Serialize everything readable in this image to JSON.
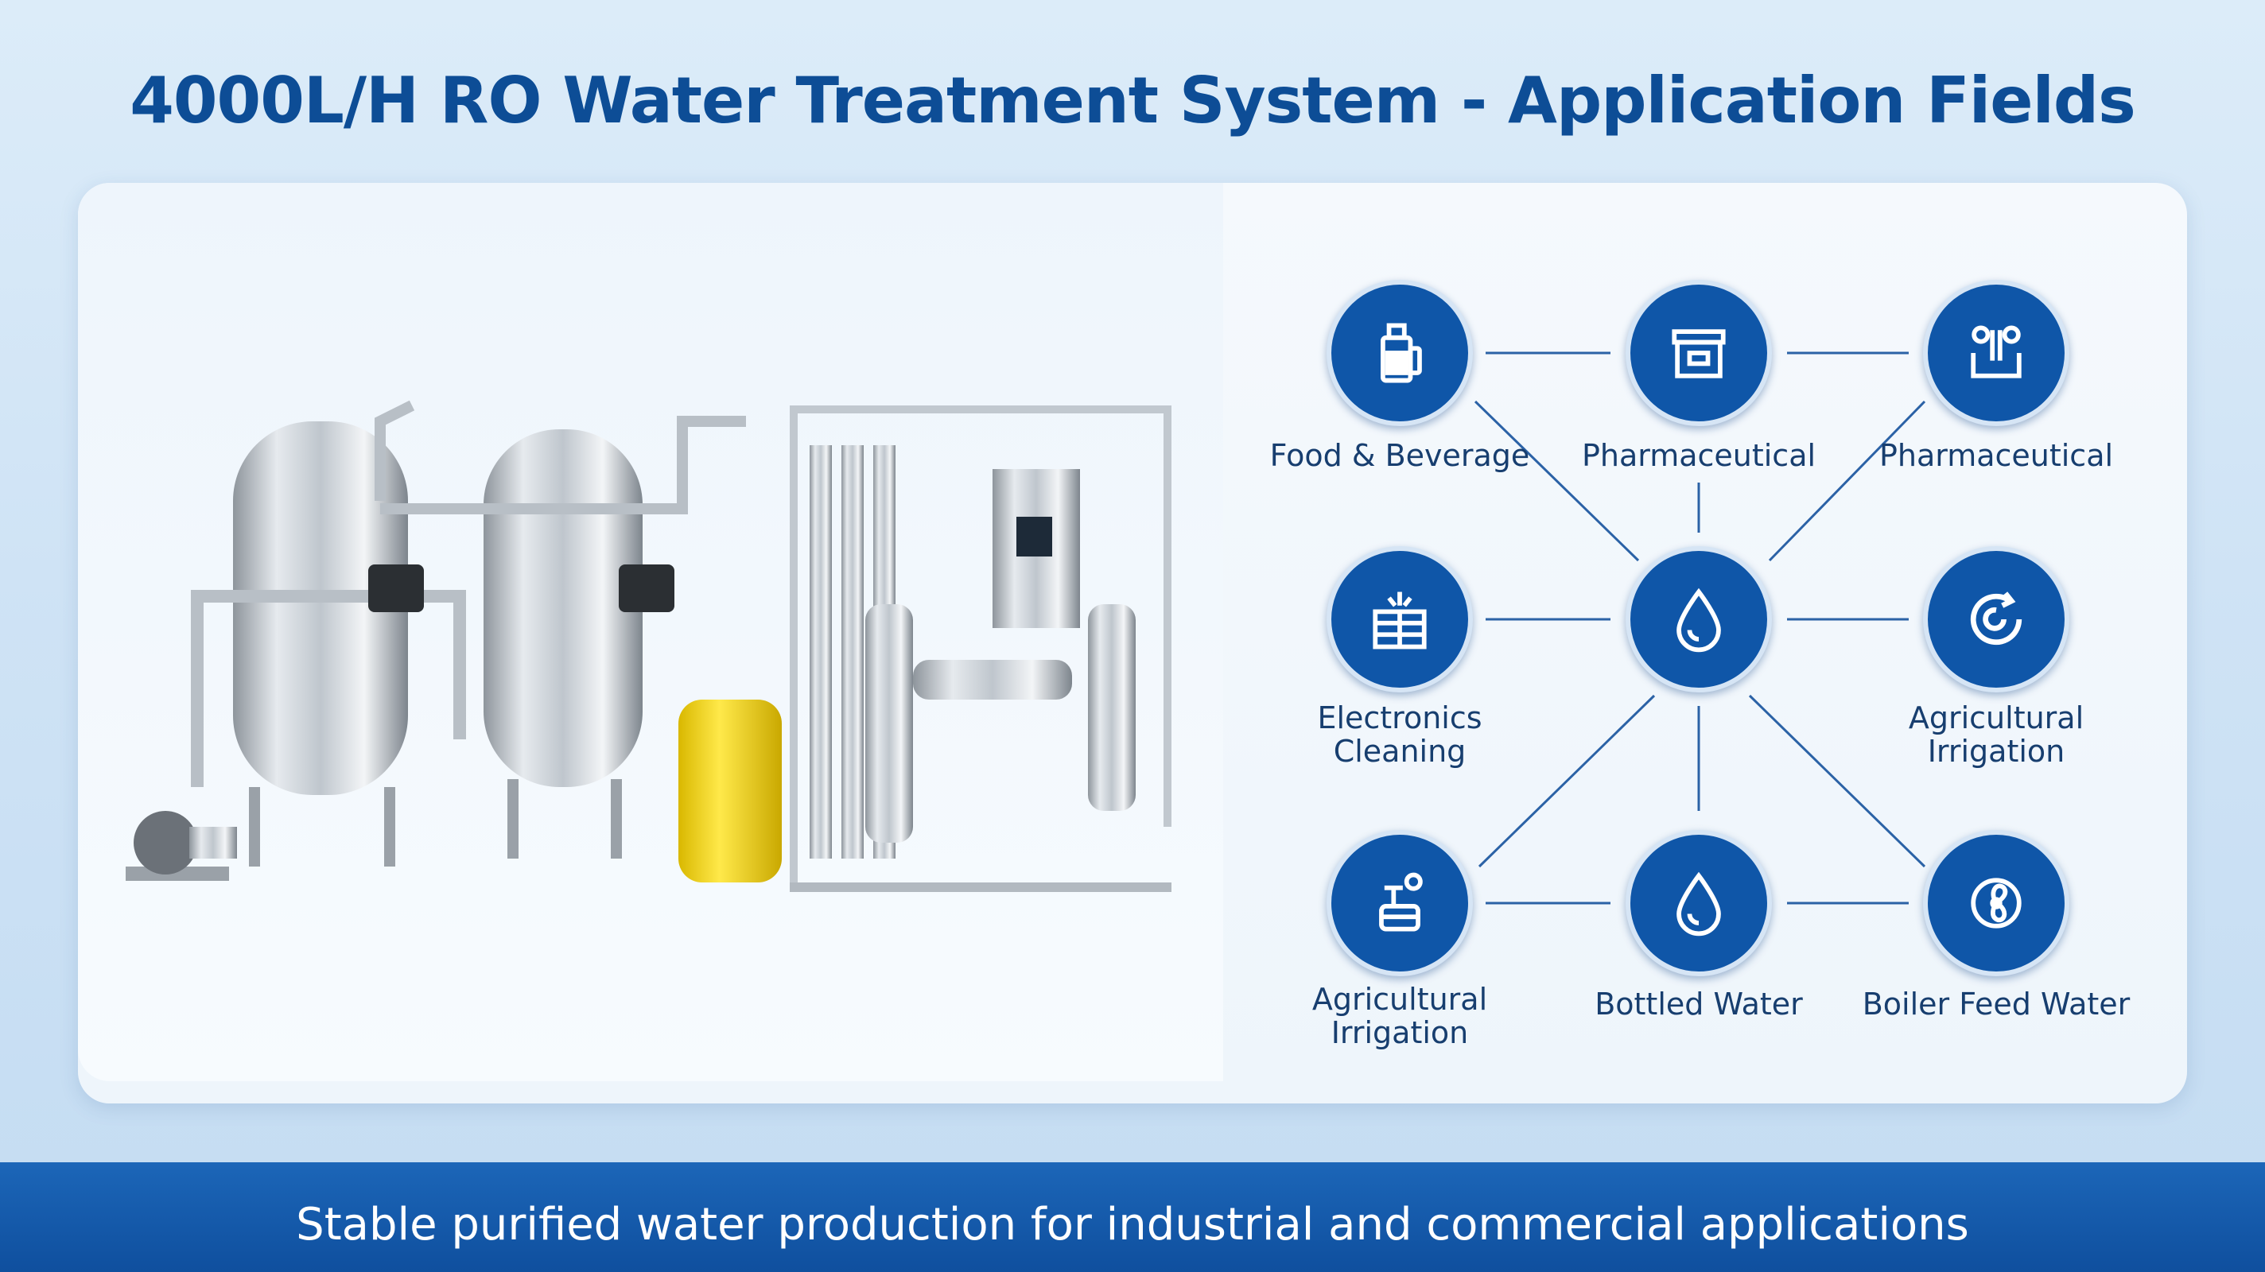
{
  "title": "4000L/H RO Water Treatment System - Application Fields",
  "footer": "Stable purified water production for industrial and commercial applications",
  "colors": {
    "node": "#0f56a8",
    "title": "#0d4d96",
    "footer": "#0f4f9e"
  },
  "nodes": [
    {
      "label": "Food & Beverage",
      "icon": "bottle-icon"
    },
    {
      "label": "Pharmaceutical",
      "icon": "pharmacy-box-icon"
    },
    {
      "label": "Pharmaceutical",
      "icon": "lab-flask-icon"
    },
    {
      "label": "Electronics\nCleaning",
      "icon": "circuit-icon"
    },
    {
      "label": "",
      "icon": "water-drop-icon"
    },
    {
      "label": "Agricultural\nIrrigation",
      "icon": "cycle-icon"
    },
    {
      "label": "Agricultural\nIrrigation",
      "icon": "plant-icon"
    },
    {
      "label": "Bottled Water",
      "icon": "water-drop-icon"
    },
    {
      "label": "Boiler Feed Water",
      "icon": "turbine-icon"
    }
  ]
}
